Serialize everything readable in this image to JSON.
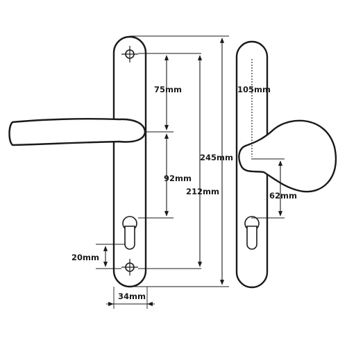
{
  "dimensions": {
    "spindle_to_top": "75mm",
    "spindle_to_cylinder": "92mm",
    "fixing_centres": "212mm",
    "overall_length": "245mm",
    "knob_top_offset": "105mm",
    "knob_to_cylinder": "62mm",
    "cylinder_to_fixing": "20mm",
    "plate_width": "34mm"
  },
  "colors": {
    "line": "#1a1a1a",
    "background": "#ffffff"
  }
}
